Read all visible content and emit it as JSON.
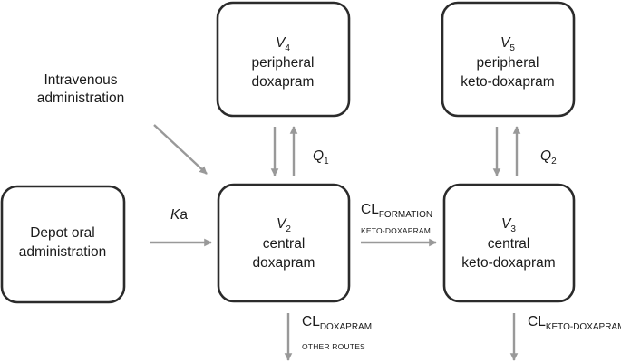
{
  "compartments": {
    "depot": {
      "line1": "Depot oral",
      "line2": "administration"
    },
    "central_doxapram": {
      "symbol": "V",
      "symbol_sub": "2",
      "line1": "central",
      "line2": "doxapram"
    },
    "peripheral_doxapram": {
      "symbol": "V",
      "symbol_sub": "4",
      "line1": "peripheral",
      "line2": "doxapram"
    },
    "central_keto": {
      "symbol": "V",
      "symbol_sub": "3",
      "line1": "central",
      "line2": "keto-doxapram"
    },
    "peripheral_keto": {
      "symbol": "V",
      "symbol_sub": "5",
      "line1": "peripheral",
      "line2": "keto-doxapram"
    }
  },
  "iv_label": {
    "line1": "Intravenous",
    "line2": "administration"
  },
  "flows": {
    "ka": {
      "symbol": "K",
      "rest": "a"
    },
    "q1": {
      "symbol": "Q",
      "sub": "1"
    },
    "q2": {
      "symbol": "Q",
      "sub": "2"
    },
    "cl_formation": {
      "main": "CL",
      "sub": "FORMATION",
      "line2": "KETO-DOXAPRAM"
    },
    "cl_doxapram": {
      "main": "CL",
      "sub": "DOXAPRAM",
      "line2": "OTHER ROUTES"
    },
    "cl_keto": {
      "main": "CL",
      "sub": "KETO-DOXAPRAM"
    }
  },
  "colors": {
    "box_stroke": "#2b2b2b",
    "arrow": "#999999",
    "text": "#1a1a1a"
  }
}
